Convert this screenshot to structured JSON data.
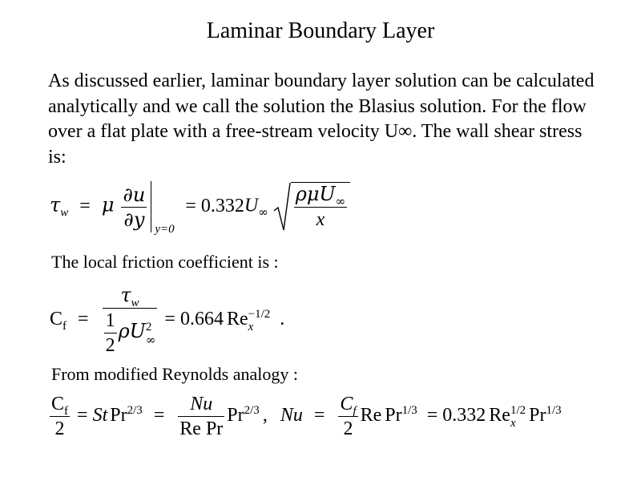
{
  "slide": {
    "title": "Laminar Boundary Layer",
    "paragraph": "As discussed earlier, laminar boundary layer solution can be calculated analytically and we call the solution the Blasius solution.  For the flow over a flat plate with a free-stream velocity U∞.  The wall shear stress is:",
    "label_friction": "The local friction coefficient is :",
    "label_reynolds": "From modified Reynolds analogy :"
  },
  "eq1": {
    "tau": "τ",
    "w": "w",
    "eq": "=",
    "mu": "μ",
    "du": "∂u",
    "dy": "∂y",
    "cond": "y=0",
    "coef": "= 0.332",
    "U": "U",
    "inf": "∞",
    "rho_mu_U": "ρμU",
    "x": "x"
  },
  "eq2": {
    "C": "C",
    "f": "f",
    "eq": "=",
    "tau": "τ",
    "w": "w",
    "one": "1",
    "two": "2",
    "rhoU": "ρU",
    "sq": "2",
    "inf": "∞",
    "coef": "= 0.664",
    "Re": "Re",
    "exp": "−1/2",
    "x": "x",
    "dot": "."
  },
  "eq3": {
    "C": "C",
    "f": "f",
    "two": "2",
    "eq": "=",
    "St": "St",
    "Pr": "Pr",
    "exp23": "2/3",
    "Nu": "Nu",
    "RePr": "Re Pr",
    "comma": ",",
    "Re": "Re",
    "exp13": "1/3",
    "coef": "= 0.332",
    "exp12": "1/2",
    "x": "x"
  }
}
